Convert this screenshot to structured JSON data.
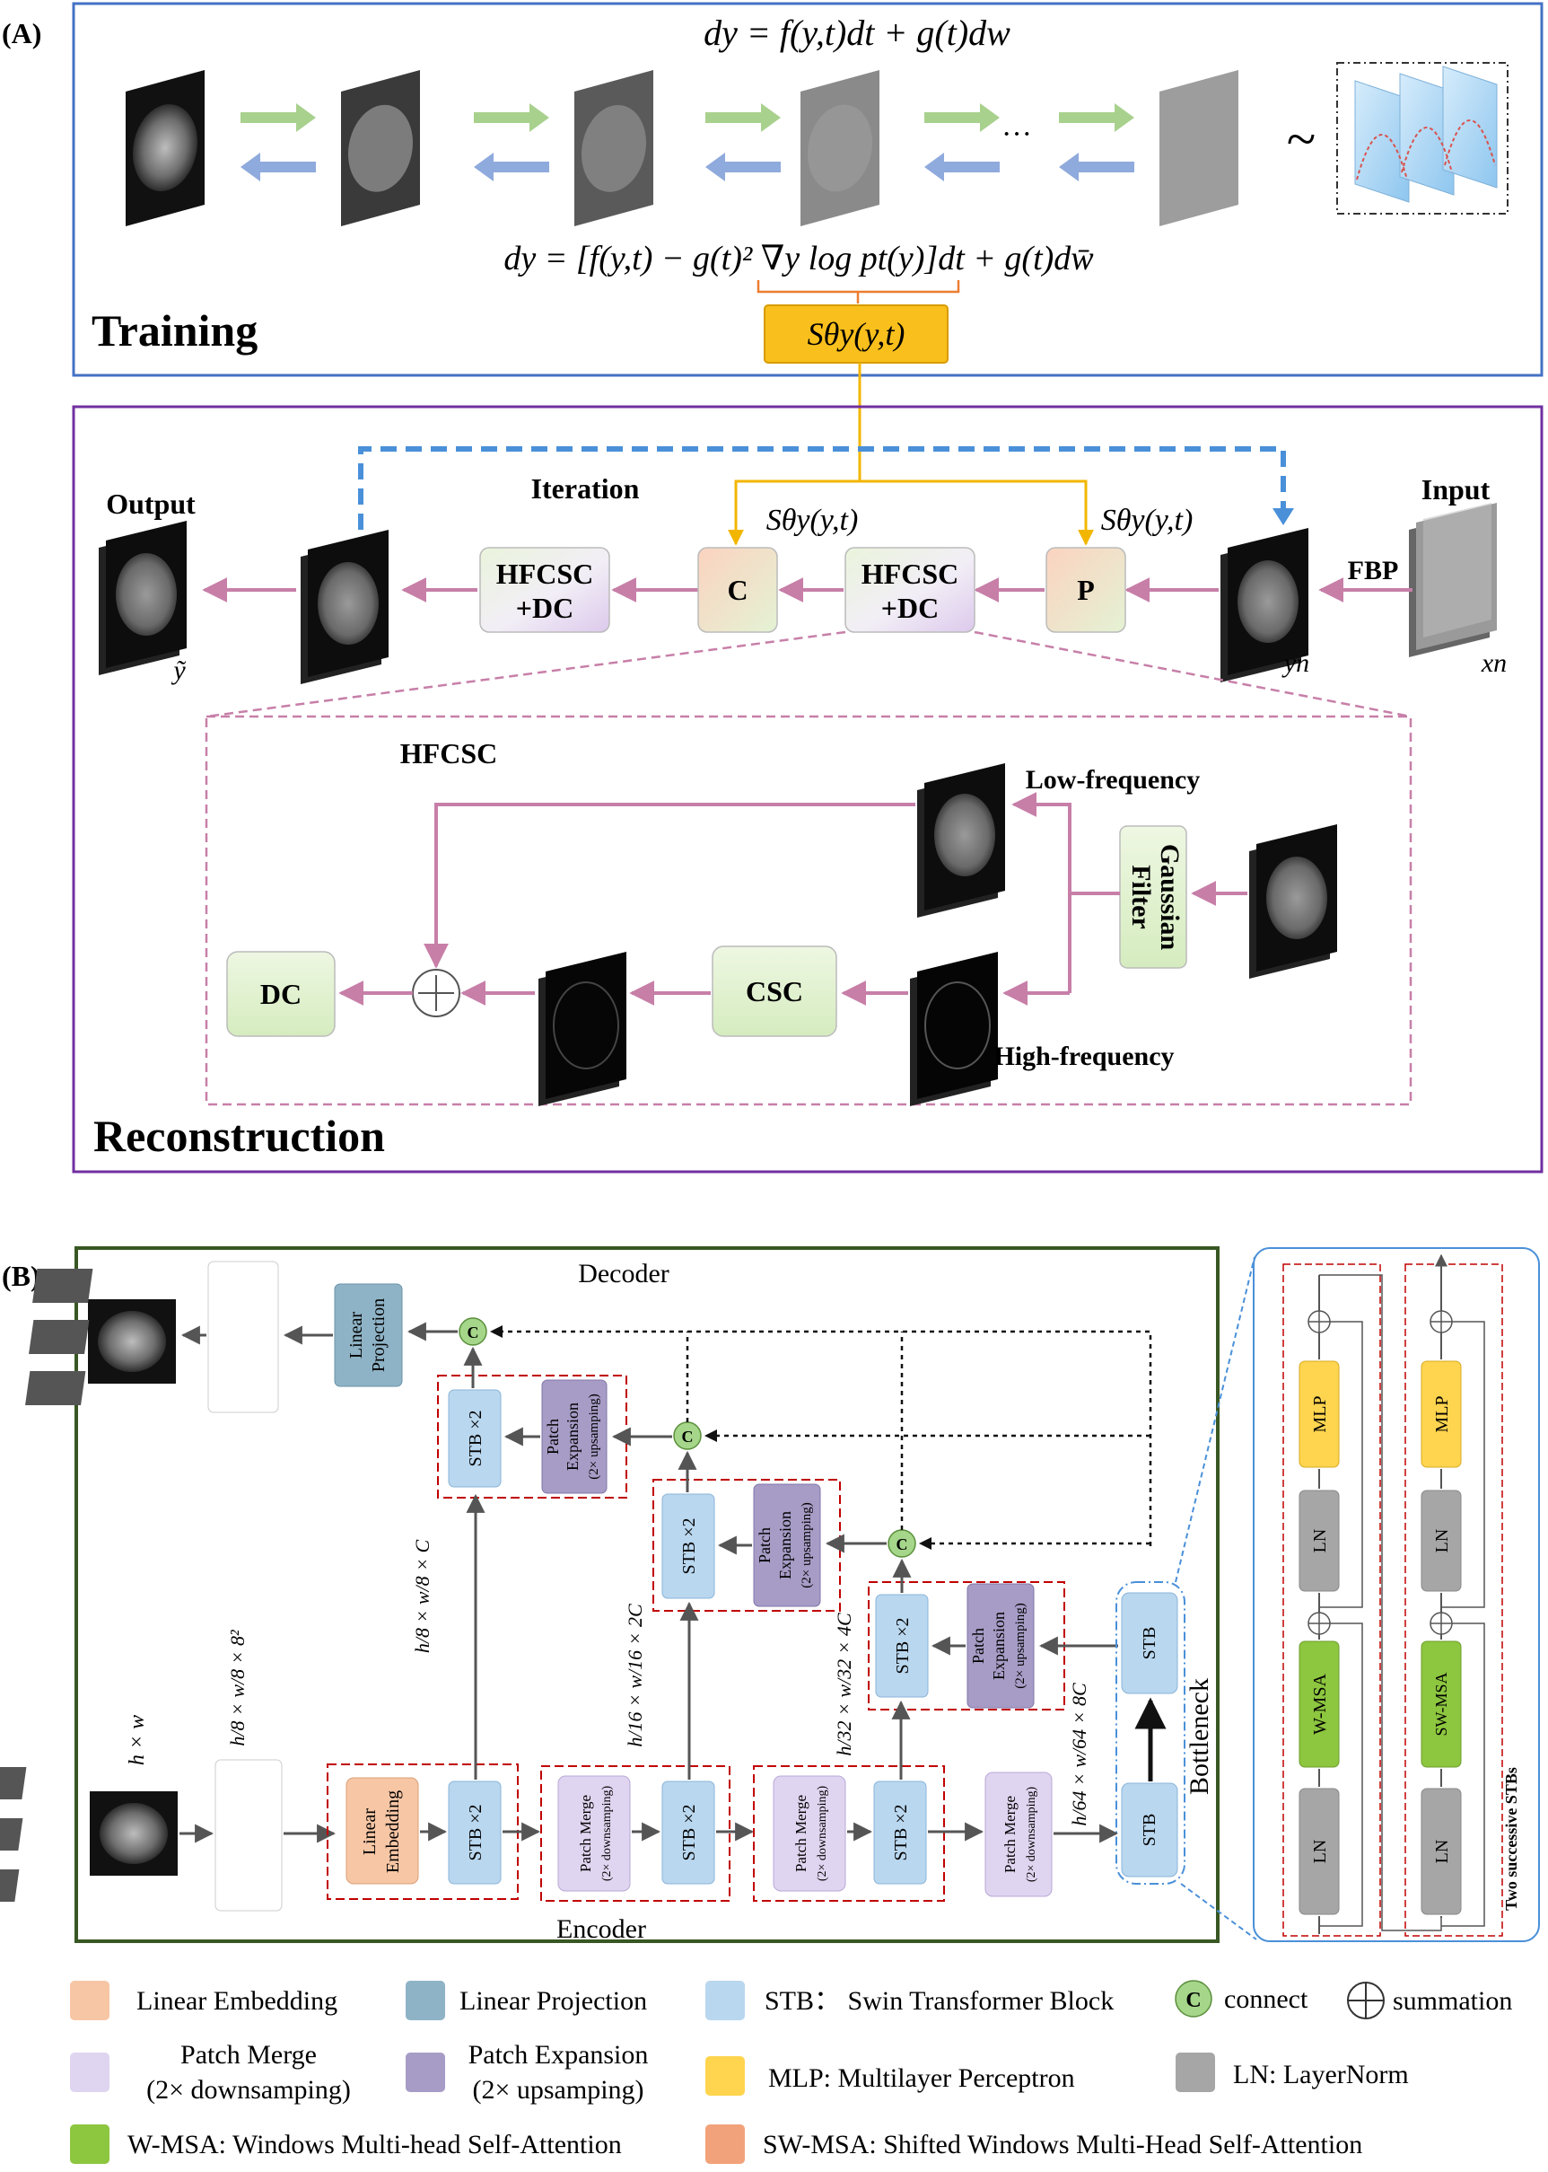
{
  "panel_a": {
    "label": "(A)",
    "eq_forward": "dy = f(y,t)dt + g(t)dw",
    "eq_reverse": "dy = [f(y,t) − g(t)² ∇y log pt(y)]dt + g(t)dw̄",
    "score_model": "Sθy(y,t)",
    "ellipsis": "···",
    "tilde": "~",
    "training_title": "Training",
    "reconstruction_title": "Reconstruction",
    "output_label": "Output",
    "output_symbol": "ỹ",
    "iteration_label": "Iteration",
    "input_label": "Input",
    "fbp_label": "FBP",
    "yn_symbol": "yn",
    "xn_symbol": "xn",
    "score_left": "Sθy(y,t)",
    "score_right": "Sθy(y,t)",
    "box_hfcsc_left_1": "HFCSC",
    "box_hfcsc_left_2": "+DC",
    "box_c": "C",
    "box_hfcsc_mid_1": "HFCSC",
    "box_hfcsc_mid_2": "+DC",
    "box_p": "P",
    "hfcsc_title": "HFCSC",
    "low_freq": "Low-frequency",
    "high_freq": "High-frequency",
    "gaussian_1": "Gaussian",
    "gaussian_2": "Filter",
    "csc": "CSC",
    "dc": "DC"
  },
  "panel_b": {
    "label": "(B)",
    "decoder": "Decoder",
    "encoder": "Encoder",
    "bottleneck": "Bottleneck",
    "linear_projection_1": "Linear",
    "linear_projection_2": "Projection",
    "linear_embedding_1": "Linear",
    "linear_embedding_2": "Embedding",
    "stb_x2": "STB ×2",
    "stb": "STB",
    "patch_expansion_1": "Patch",
    "patch_expansion_2": "Expansion",
    "patch_expansion_3": "(2× upsamping)",
    "patch_merge_1": "Patch Merge",
    "patch_merge_2": "(2× downsamping)",
    "connect_symbol": "C",
    "dim_hw": "h × w",
    "dim_64": "h/8 × w/8 × 8²",
    "dim_c": "h/8 × w/8 × C",
    "dim_2c": "h/16 × w/16 × 2C",
    "dim_4c": "h/32 × w/32 × 4C",
    "dim_8c": "h/64 × w/64 × 8C",
    "mlp": "MLP",
    "ln": "LN",
    "w_msa": "W-MSA",
    "sw_msa": "SW-MSA",
    "two_stbs": "Two successive STBs"
  },
  "legend": {
    "linear_embedding": "Linear Embedding",
    "linear_projection": "Linear Projection",
    "stb": "STB： Swin Transformer Block",
    "connect": "connect",
    "connect_symbol": "C",
    "summation": "summation",
    "patch_merge_1": "Patch Merge",
    "patch_merge_2": "(2× downsamping)",
    "patch_expansion_1": "Patch Expansion",
    "patch_expansion_2": "(2× upsamping)",
    "mlp": "MLP: Multilayer Perceptron",
    "ln": "LN: LayerNorm",
    "w_msa": "W-MSA: Windows Multi-head Self-Attention",
    "sw_msa": "SW-MSA: Shifted Windows Multi-Head Self-Attention"
  },
  "colors": {
    "linear_embedding": "#f7c6a5",
    "linear_projection": "#8fb3c6",
    "stb": "#b9d7ef",
    "patch_merge": "#e0d5f0",
    "patch_expansion": "#a79cc6",
    "mlp": "#ffd54f",
    "ln": "#a6a6a6",
    "w_msa": "#8dc63f",
    "sw_msa": "#f2a27a",
    "connect": "#a5d68a",
    "score": "#f9bf1c",
    "training_border": "#4472c4",
    "recon_border": "#7030a0",
    "panel_b_border": "#385723",
    "pink_arrow": "#c77fa8"
  }
}
